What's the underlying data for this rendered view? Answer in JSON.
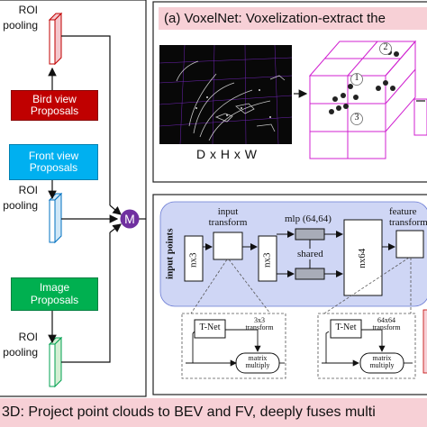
{
  "mv3d_panel": {
    "roi_pooling_top": [
      "ROI",
      "pooling"
    ],
    "bird_view_proposals": [
      "Bird view",
      "Proposals"
    ],
    "front_view_proposals": [
      "Front view",
      "Proposals"
    ],
    "roi_pooling_mid": [
      "ROI",
      "pooling"
    ],
    "image_proposals": [
      "Image",
      "Proposals"
    ],
    "roi_pooling_bottom": [
      "ROI",
      "pooling"
    ],
    "merge_symbol": "M",
    "colors": {
      "bird_view": "#c00000",
      "front_view": "#00b0f0",
      "image": "#00b050",
      "merge": "#7030a0"
    }
  },
  "voxelnet_panel": {
    "title": "(a) VoxelNet: Voxelization-extract the",
    "dimensions_label": "D x H x W",
    "voxel_numbers": [
      "2",
      "1",
      "3"
    ]
  },
  "pointnet_panel": {
    "input_points": "input points",
    "input_transform": [
      "input",
      "transform"
    ],
    "nx3_a": "nx3",
    "nx3_b": "nx3",
    "mlp": "mlp (64,64)",
    "shared": "shared",
    "nx64": "nx64",
    "feature_transform": [
      "feature",
      "transform"
    ],
    "tnet_a": "T-Net",
    "transform_3x3": [
      "3x3",
      "transform"
    ],
    "matrix_multiply_a": [
      "matrix",
      "multiply"
    ],
    "tnet_b": "T-Net",
    "transform_64x64": [
      "64x64",
      "transform"
    ],
    "matrix_multiply_b": [
      "matrix",
      "multiply"
    ]
  },
  "bottom_banner": "3D: Project point clouds to BEV and FV, deeply fuses multi"
}
